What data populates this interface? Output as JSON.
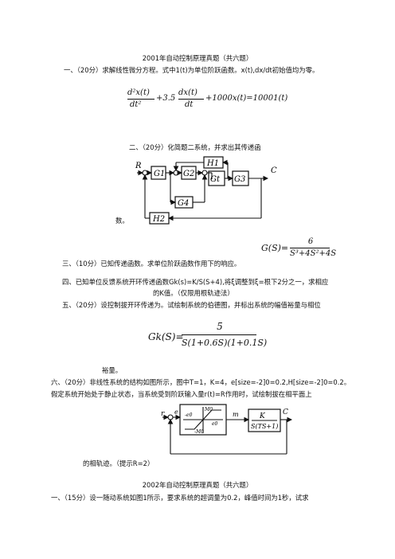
{
  "title1": "2001年自动控制原理真题（共六题）",
  "q1": "一、（20分）求解线性微分方程。式中1(t)为单位阶跃函数。x(t),dx/dt初始值均为零。",
  "eq1": {
    "term1_num": "d²x(t)",
    "term1_den": "dt²",
    "term2": "+3.5",
    "term2_num": "dx(t)",
    "term2_den": "dt",
    "rest": "+1000x(t)=10001(t)"
  },
  "q2_line1": "二、（20分）化简题二系统，并求出其传递函",
  "q2_line2": "数。",
  "block1": {
    "input": "R",
    "output": "C",
    "blocks": [
      "G1",
      "G2",
      "Gt",
      "G3",
      "H1",
      "H2",
      "G4"
    ]
  },
  "gs_formula": {
    "lhs": "G(S)=",
    "num": "6",
    "den": "S³+4S²+4S"
  },
  "q3": "三、（10分）已知传递函数。求单位阶跃函数作用下的响应。",
  "q4_line1": "四、已知单位反馈系统开环传递函数Gk(s)=K/S(S+4),将ξ调整到ξ=根下2分之一，求相应",
  "q4_line2": "的K值。（仅限用根轨迹法）",
  "q5_line1": "五、（20分）设控制拔开环传递为。试绘制系统的伯德图，并标出系统的幅值裕量与相位",
  "q5_line2": "裕量。",
  "gk_formula": {
    "lhs": "Gk(S)=",
    "num": "5",
    "den": "S(1+0.6S)(1+0.1S)"
  },
  "q6_line1": "六、（20分）非线性系统的结构如图所示，图中T=1，K=4，e[size=-2]0=0.2,H[size=-2]0=0.2。",
  "q6_line2": "假定系统开始处于静止状态，当系统受到阶跃输入量r(t)=R作用时，试绘制拔在相平面上",
  "q6_line3": "的相轨迹。（提示R=2）",
  "block2": {
    "input": "r",
    "e_label": "e",
    "m_label": "m",
    "output": "C",
    "m0": "M0",
    "neg_e0": "-e0",
    "e0": "e0",
    "neg_m0": "-M0",
    "num": "K",
    "den": "S(TS+1)"
  },
  "title2": "2002年自动控制原理真题（共六题）",
  "q7": "一、（15分）设一随动系统如图1所示，要求系统的超调量为0.2，峰值时间为1秒，试求"
}
